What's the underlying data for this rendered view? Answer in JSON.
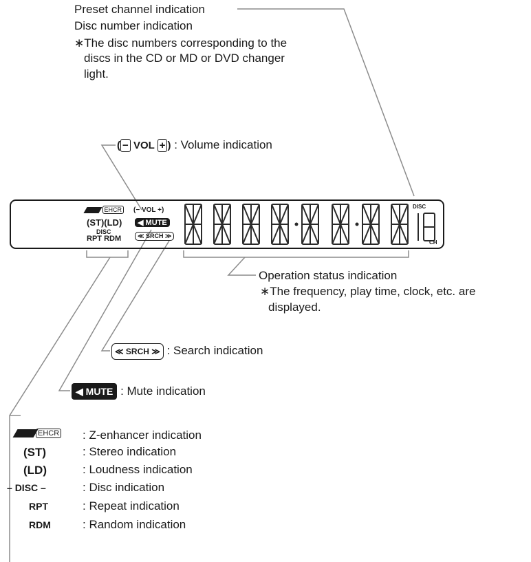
{
  "callouts": {
    "preset_channel": "Preset channel indication",
    "disc_number": "Disc number indication",
    "disc_number_note_1": "∗The disc numbers corresponding to the",
    "disc_number_note_2": "discs in the CD or MD or DVD changer",
    "disc_number_note_3": "light.",
    "volume": ": Volume indication",
    "operation_status": "Operation status indication",
    "operation_note_1": "∗The frequency, play time, clock, etc. are",
    "operation_note_2": "displayed.",
    "search": ": Search indication",
    "mute": ": Mute indication"
  },
  "display": {
    "ehcr": "EHCR",
    "st": "(ST)",
    "ld": "(LD)",
    "disc": "DISC",
    "rpt": "RPT",
    "rdm": "RDM",
    "vol": "VOL",
    "minus": "−",
    "plus": "+",
    "mute": "MUTE",
    "srch": "SRCH",
    "disc_small": "DISC",
    "ch": "CH"
  },
  "legend": [
    {
      "symbol": "EHCR",
      "desc": ": Z-enhancer indication"
    },
    {
      "symbol": "(ST)",
      "desc": ": Stereo indication"
    },
    {
      "symbol": "(LD)",
      "desc": ": Loudness indication"
    },
    {
      "symbol": "DISC",
      "desc": ": Disc indication"
    },
    {
      "symbol": "RPT",
      "desc": ": Repeat indication"
    },
    {
      "symbol": "RDM",
      "desc": ": Random indication"
    }
  ],
  "colors": {
    "ink": "#1a1a1a",
    "line": "#8c8c8c"
  }
}
